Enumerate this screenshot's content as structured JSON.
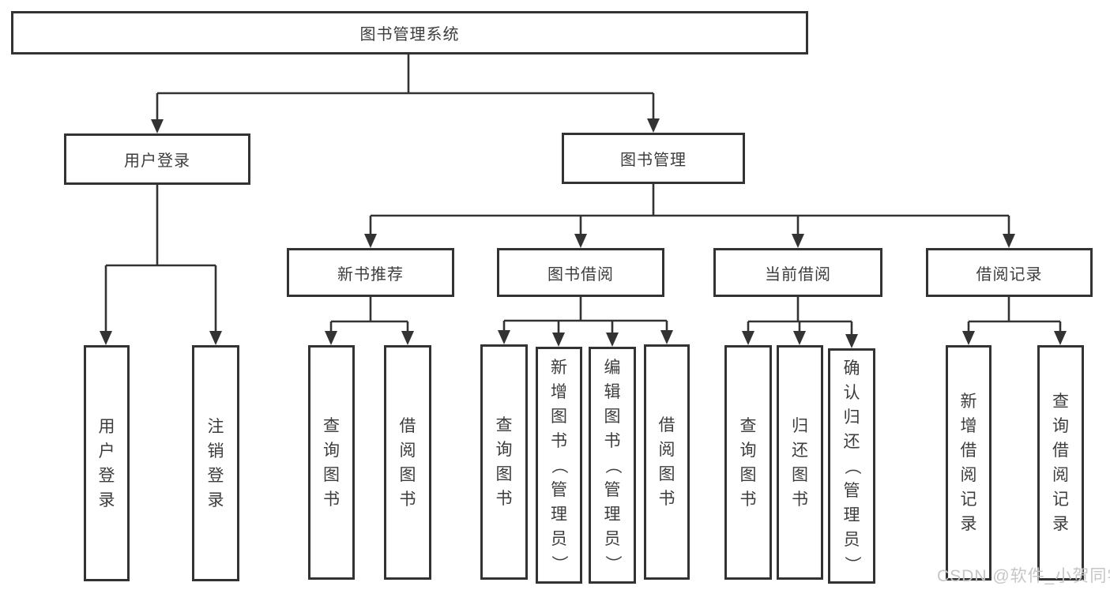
{
  "diagram": {
    "title": "图书管理系统",
    "branches": [
      {
        "label": "用户登录",
        "children": [
          "用户登录",
          "注销登录"
        ]
      },
      {
        "label": "图书管理",
        "children": [
          {
            "label": "新书推荐",
            "children": [
              "查询图书",
              "借阅图书"
            ]
          },
          {
            "label": "图书借阅",
            "children": [
              "查询图书",
              "新增图书（管理员）",
              "编辑图书（管理员）",
              "借阅图书"
            ]
          },
          {
            "label": "当前借阅",
            "children": [
              "查询图书",
              "归还图书",
              "确认归还（管理员）"
            ]
          },
          {
            "label": "借阅记录",
            "children": [
              "新增借阅记录",
              "查询借阅记录"
            ]
          }
        ]
      }
    ]
  },
  "watermark": {
    "text": "CSDN @软件_小贺同学"
  },
  "colors": {
    "line": "#333333",
    "text": "#3d3d3d",
    "watermark": "#c6c6c6",
    "background": "#ffffff"
  }
}
